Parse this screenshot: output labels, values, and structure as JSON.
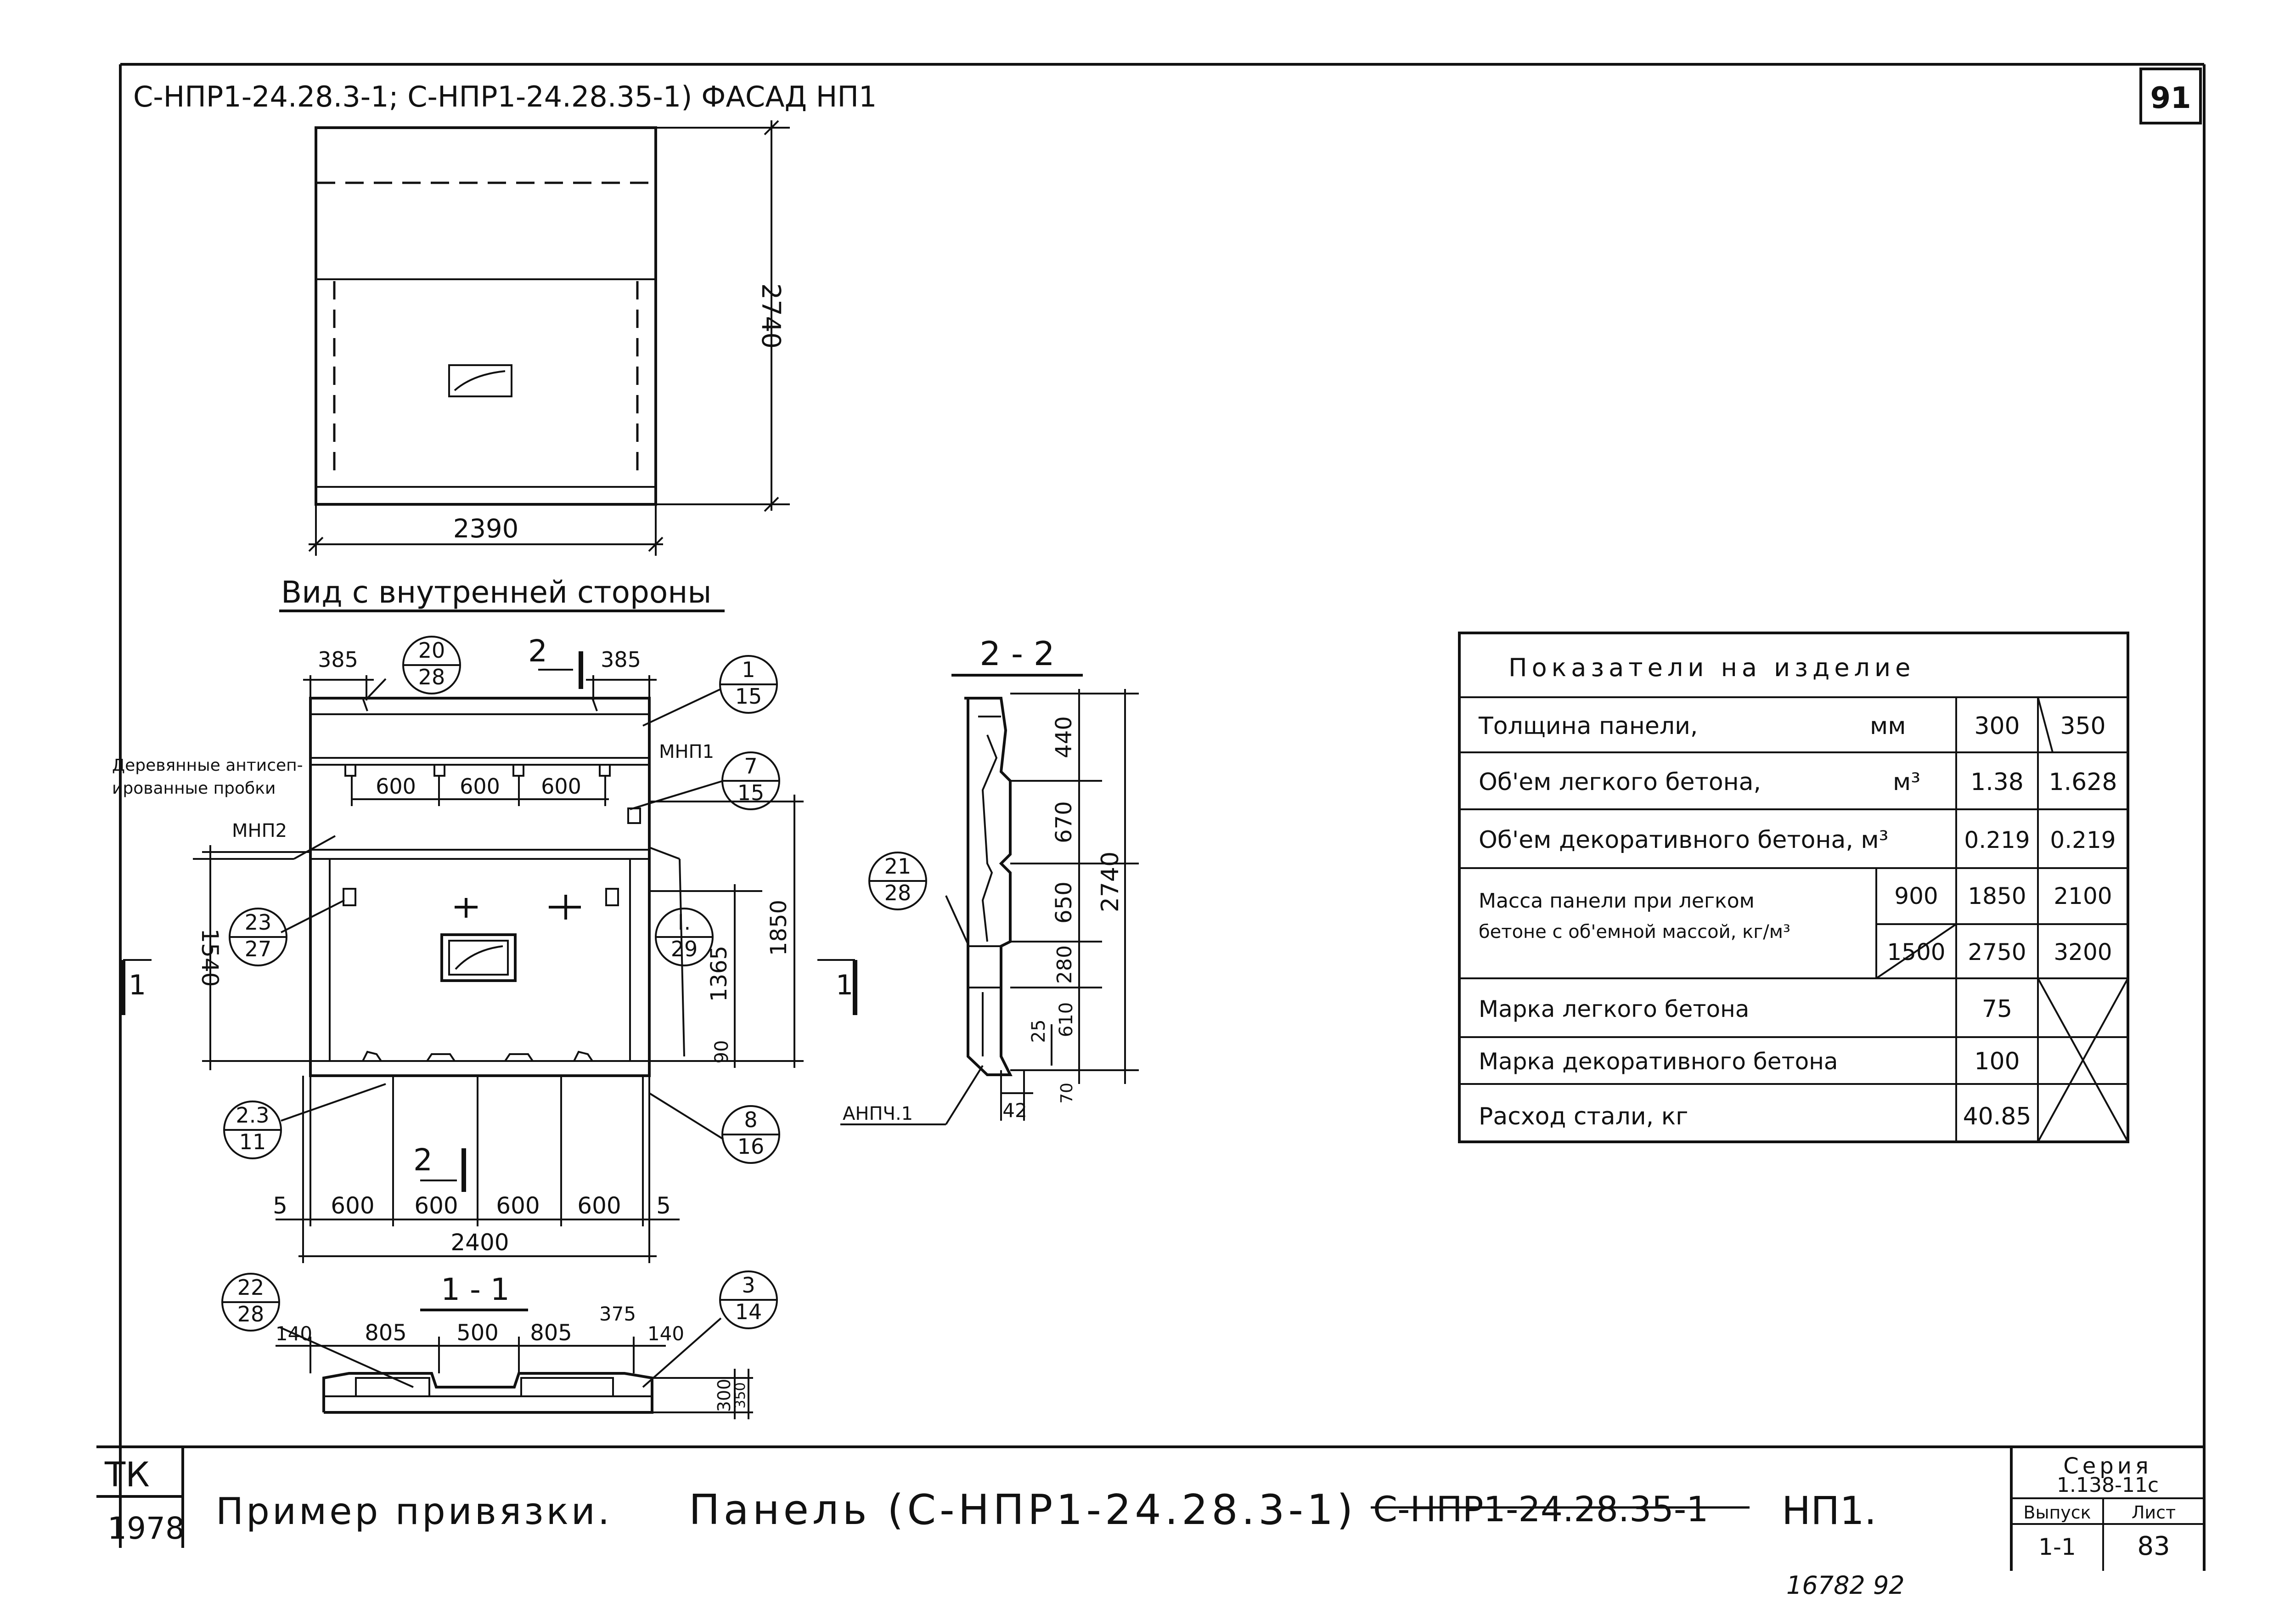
{
  "sheet": {
    "page_number": "91",
    "top_title": {
      "part1": "С-НПР1-24.28.3-1",
      "part2": "С-НПР1-24.28.35-1",
      "part3": "ФАСАД НП1"
    },
    "view_title": "Вид с внутренней стороны",
    "section_1_label": "1 - 1",
    "section_2_label": "2 - 2",
    "bottom_tail": "16782     92"
  },
  "facade": {
    "width_dim": "2390",
    "height_dim": "2740"
  },
  "inner_view": {
    "dims_top": [
      "385",
      "385"
    ],
    "dims_mid": [
      "600",
      "600",
      "600"
    ],
    "dims_bottom": [
      "5",
      "600",
      "600",
      "600",
      "600",
      "5"
    ],
    "total_width": "2400",
    "left_height": "1540",
    "right_dims": [
      "1365",
      "1850",
      "90"
    ],
    "section_mark": "2",
    "cut_mark": "1",
    "notes": {
      "wood_plugs_line1": "Деревянные антисеп-",
      "wood_plugs_line2": "ированные пробки",
      "mnp1": "МНП1",
      "mnp2": "МНП2"
    },
    "callouts": [
      {
        "top": "20",
        "bottom": "28"
      },
      {
        "top": "1",
        "bottom": "15"
      },
      {
        "top": "7",
        "bottom": "15"
      },
      {
        "top": "23",
        "bottom": "27"
      },
      {
        "top": "I.",
        "bottom": "29"
      },
      {
        "top": "2.3",
        "bottom": "11"
      },
      {
        "top": "8",
        "bottom": "16"
      }
    ]
  },
  "section_1": {
    "dims": [
      "140",
      "805",
      "500",
      "805",
      "375",
      "140"
    ],
    "thickness": [
      "300",
      "350"
    ],
    "callouts": [
      {
        "top": "22",
        "bottom": "28"
      },
      {
        "top": "3",
        "bottom": "14"
      }
    ]
  },
  "section_2": {
    "dims": [
      "440",
      "670",
      "650",
      "280",
      "610",
      "25",
      "70"
    ],
    "total": "2740",
    "bottom_dim": "42",
    "anchor_label": "АНПЧ.1",
    "callout": {
      "top": "21",
      "bottom": "28"
    }
  },
  "indicators": {
    "title": "Показатели на изделие",
    "rows": [
      {
        "label": "Толщина панели,",
        "unit": "мм",
        "v300": "300",
        "v350": "350"
      },
      {
        "label": "Об'ем легкого бетона,",
        "unit": "м³",
        "v300": "1.38",
        "v350": "1.628"
      },
      {
        "label": "Об'ем декоративного бетона, м³",
        "unit": "",
        "v300": "0.219",
        "v350": "0.219"
      },
      {
        "label": "Марка легкого бетона",
        "unit": "",
        "v300": "75",
        "v350": ""
      },
      {
        "label": "Марка декоративного бетона",
        "unit": "",
        "v300": "100",
        "v350": ""
      },
      {
        "label": "Расход стали, кг",
        "unit": "",
        "v300": "40.85",
        "v350": ""
      }
    ],
    "mass_label_line1": "Масса панели при легком",
    "mass_label_line2": "бетоне с об'емной массой, кг/м³",
    "mass_rows": [
      {
        "density": "900",
        "v300": "1850",
        "v350": "2100"
      },
      {
        "density": "1500",
        "v300": "2750",
        "v350": "3200"
      }
    ]
  },
  "title_block": {
    "org": "ТК",
    "year": "1978",
    "caption": "Пример привязки.",
    "panel_prefix": "Панель (",
    "panel_code": "С-НПР1-24.28.3-1",
    "panel_paren": ")",
    "panel_struck": "С-НПР1-24.28.35-1",
    "panel_suffix": "НП1.",
    "series_label": "Серия",
    "series_value": "1.138-11с",
    "issue_label": "Выпуск",
    "issue_value": "1-1",
    "sheet_label": "Лист",
    "sheet_value": "83"
  }
}
